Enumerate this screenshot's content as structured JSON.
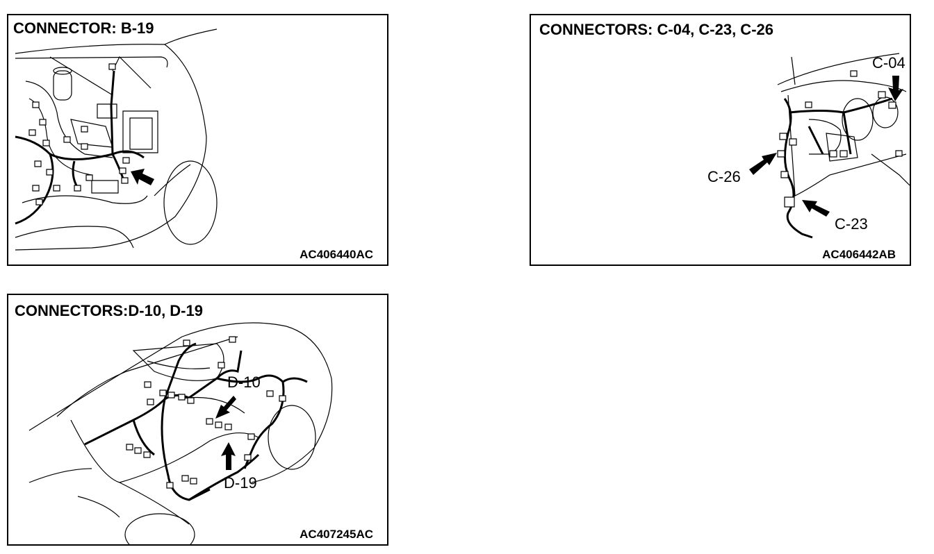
{
  "panels": [
    {
      "title": "CONNECTOR: B-19",
      "code": "AC406440AC"
    },
    {
      "title": "CONNECTORS: C-04, C-23, C-26",
      "code": "AC406442AB",
      "callouts": {
        "c04": "C-04",
        "c26": "C-26",
        "c23": "C-23"
      }
    },
    {
      "title": "CONNECTORS:D-10, D-19",
      "code": "AC407245AC",
      "callouts": {
        "d10": "D-10",
        "d19": "D-19"
      }
    }
  ],
  "icons": {
    "pointer": "solid-arrow-icon"
  }
}
